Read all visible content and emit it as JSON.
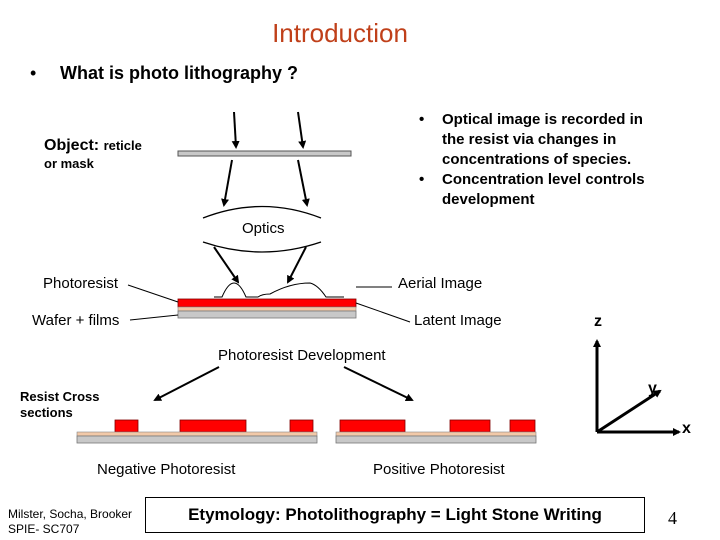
{
  "slide": {
    "title": "Introduction",
    "question_bullet": "•",
    "question": "What is photo lithography ?",
    "bullets": [
      {
        "dot": "•",
        "text": "Optical image is recorded in the resist via changes in concentrations of species."
      },
      {
        "dot": "•",
        "text": "Concentration level controls development"
      }
    ],
    "object_label_main": "Object: ",
    "object_label_sub": "reticle",
    "object_label_line2": "or mask",
    "optics_label": "Optics",
    "photoresist_label": "Photoresist",
    "aerial_label": "Aerial Image",
    "wafer_label": "Wafer + films",
    "latent_label": "Latent Image",
    "development_label": "Photoresist Development",
    "resist_cross_label": "Resist Cross sections",
    "negative_label": "Negative Photoresist",
    "positive_label": "Positive Photoresist",
    "axis_z": "z",
    "axis_y": "y",
    "axis_x": "x",
    "authors": "Milster, Socha, Brooker SPIE- SC707",
    "etymology": "Etymology:  Photolithography = Light Stone Writing",
    "page_number": "4",
    "colors": {
      "title": "#c0401a",
      "resist": "#ff0000",
      "substrate": "#c8c8c8",
      "film": "#f2c9a8"
    }
  }
}
